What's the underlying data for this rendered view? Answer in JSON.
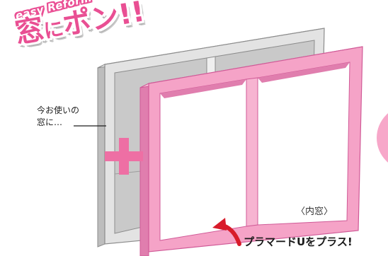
{
  "headline": {
    "tagline": "easy Reform",
    "main_big1": "窓",
    "main_small": "に",
    "main_big2": "ポン!!"
  },
  "labels": {
    "existing_window": [
      "今お使いの",
      "窓に…"
    ],
    "inner_window": "〈内窓〉",
    "caption": "プラマードUをプラス!"
  },
  "colors": {
    "accent_pink": "#e94f93",
    "frame_pink": "#f5a3c7",
    "frame_pink_dark": "#e07eae",
    "frame_gray": "#e3e3e3",
    "frame_gray_edge": "#8c8c8c",
    "glass_gray": "#c9c9c9",
    "text_dark": "#1e1e1e"
  },
  "icons": {
    "plus": "plus-icon",
    "arrow": "curved-arrow-icon"
  }
}
